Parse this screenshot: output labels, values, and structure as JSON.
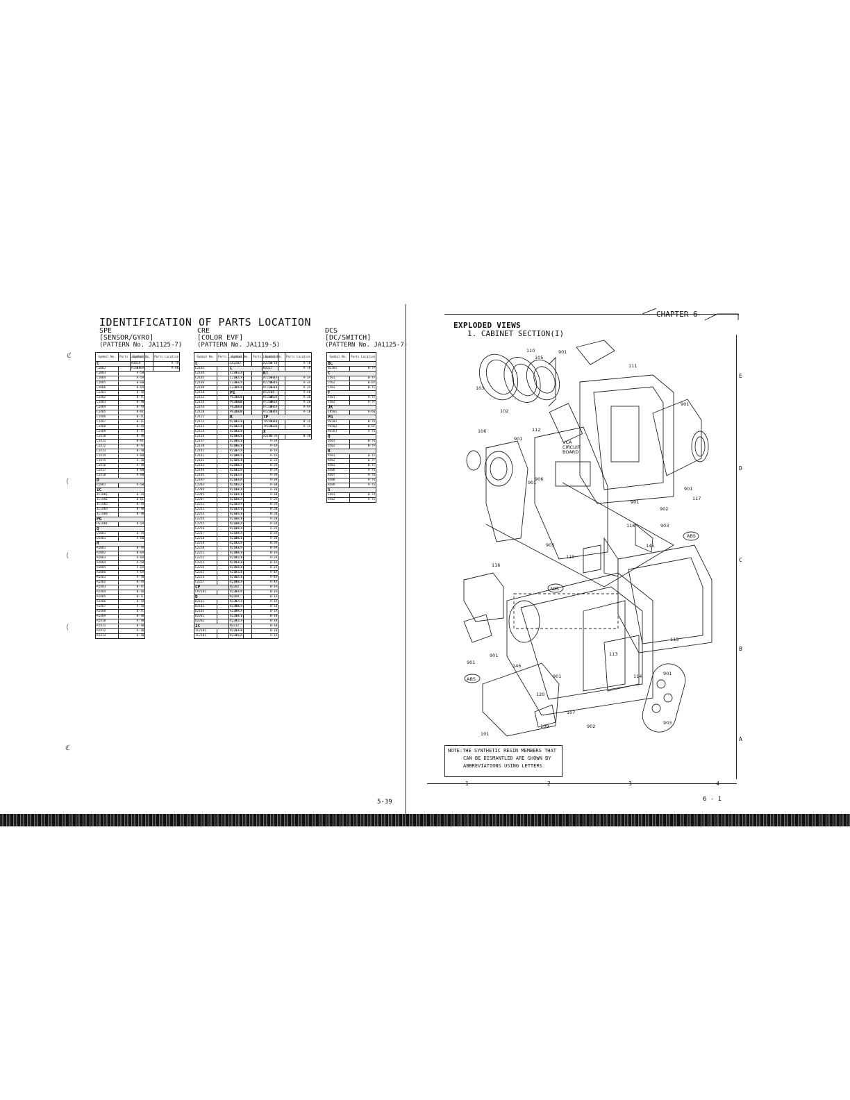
{
  "left_page": {
    "title": "IDENTIFICATION OF PARTS LOCATION",
    "page_number": "5-39",
    "sections": [
      {
        "code": "SPE",
        "name": "[SENSOR/GYRO]",
        "pattern": "(PATTERN No. JA1125-7)"
      },
      {
        "code": "CRE",
        "name": "[COLOR EVF]",
        "pattern": "(PATTERN No. JA1119-5)"
      },
      {
        "code": "DCS",
        "name": "[DC/SWITCH]",
        "pattern": "(PATTERN No. JA1125-7)"
      }
    ],
    "col_headers": {
      "symbol": "Symbol No.",
      "location": "Parts Location"
    },
    "tables": {
      "spe1": [
        {
          "g": "C"
        },
        [
          "C1002",
          "B-6A"
        ],
        [
          "C1003",
          "A-5B"
        ],
        [
          "C1004",
          "A-5A"
        ],
        [
          "C1005",
          "B-6B"
        ],
        [
          "C1006",
          "B-6A"
        ],
        [
          "C1401",
          "B-7B"
        ],
        [
          "C1402",
          "B-7C"
        ],
        [
          "C1403",
          "B-7B"
        ],
        [
          "C1404",
          "B-7D"
        ],
        [
          "C1405",
          "B-6C"
        ],
        [
          "C1406",
          "B-7C"
        ],
        [
          "C1407",
          "B-7C"
        ],
        [
          "C1408",
          "B-7D"
        ],
        [
          "C1409",
          "B-7C"
        ],
        [
          "C1410",
          "B-7B"
        ],
        [
          "C1411",
          "B-6C"
        ],
        [
          "C1412",
          "B-7E"
        ],
        [
          "C1413",
          "B-7B"
        ],
        [
          "C1414",
          "A-8B"
        ],
        [
          "C1415",
          "A-7B"
        ],
        [
          "C1416",
          "A-7B"
        ],
        [
          "C1417",
          "B-8B"
        ],
        [
          "C1418",
          "A-8B"
        ],
        {
          "g": "D"
        },
        [
          "D1001",
          "A-5B"
        ],
        {
          "g": "IC"
        },
        [
          "IC1001",
          "B-7A"
        ],
        [
          "IC1401",
          "B-6C"
        ],
        [
          "IC1402",
          "B-7D"
        ],
        [
          "IC1403",
          "B-7B"
        ],
        [
          "IC1404",
          "B-7B"
        ],
        {
          "g": "PG"
        },
        [
          "PG1001",
          "B-5A"
        ],
        {
          "g": "Q"
        },
        [
          "Q1001",
          "B-7A"
        ],
        [
          "Q1401",
          "A-6B"
        ],
        {
          "g": "R"
        },
        [
          "R1001",
          "B-7A"
        ],
        [
          "R1002",
          "B-6A"
        ],
        [
          "R1003",
          "A-6A"
        ],
        [
          "R1004",
          "A-5B"
        ],
        [
          "R1005",
          "A-6A"
        ],
        [
          "R1006",
          "A-6A"
        ],
        [
          "R1401",
          "A-7B"
        ],
        [
          "R1402",
          "B-7D"
        ],
        [
          "R1403",
          "B-7C"
        ],
        [
          "R1404",
          "B-7D"
        ],
        [
          "R1405",
          "B-7C"
        ],
        [
          "R1406",
          "B-7D"
        ],
        [
          "R1407",
          "A-7B"
        ],
        [
          "R1408",
          "B-7C"
        ],
        [
          "R1409",
          "B-7B"
        ],
        [
          "R1410",
          "A-7B"
        ],
        [
          "R1411",
          "B-7B"
        ],
        [
          "R1412",
          "A-7B"
        ],
        [
          "R1413",
          "B-7B"
        ]
      ],
      "spe2": [
        [
          "R1414",
          "A-7B"
        ],
        [
          "R1416",
          "A-8B"
        ]
      ],
      "cre1": [
        {
          "g": "C"
        },
        [
          "C2102",
          "B-3A"
        ],
        [
          "C2104",
          "A-3A"
        ],
        [
          "C2105",
          "A-2A"
        ],
        [
          "C2106",
          "A-2A"
        ],
        [
          "C2108",
          "B-3B"
        ],
        [
          "C2110",
          "A-3B"
        ],
        [
          "C2113",
          "A-3B"
        ],
        [
          "C2114",
          "A-3B"
        ],
        [
          "C2116",
          "A-3B"
        ],
        [
          "C2120",
          "A-3B"
        ],
        [
          "C2121",
          "A-3B"
        ],
        [
          "C2122",
          "A-3B"
        ],
        [
          "C2123",
          "A-3B"
        ],
        [
          "C2124",
          "A-3B"
        ],
        [
          "C2136",
          "A-2B"
        ],
        [
          "C2137",
          "A-2B"
        ],
        [
          "C2138",
          "A-2B"
        ],
        [
          "C2141",
          "A-2A"
        ],
        [
          "C2181",
          "A-2A"
        ],
        [
          "C2182",
          "B-2B"
        ],
        [
          "C2183",
          "B-2A"
        ],
        [
          "C2184",
          "B-3A"
        ],
        [
          "C2185",
          "A-3A"
        ],
        [
          "C2187",
          "B-3A"
        ],
        [
          "C2203",
          "B-1A"
        ],
        [
          "C2204",
          "B-1B"
        ],
        [
          "C2205",
          "A-1B"
        ],
        [
          "C2207",
          "A-1A"
        ],
        [
          "C2211",
          "B-4A"
        ],
        [
          "C2212",
          "B-1B"
        ],
        [
          "C2213",
          "B-1B"
        ],
        [
          "C2214",
          "B-1B"
        ],
        [
          "C2215",
          "B-1A"
        ],
        [
          "C2216",
          "B-1A"
        ],
        [
          "C2217",
          "A-1A"
        ],
        [
          "C2218",
          "B-2B"
        ],
        [
          "C2219",
          "A-2A"
        ],
        [
          "C2220",
          "A-2A"
        ],
        [
          "C2221",
          "B-1B"
        ],
        [
          "C2222",
          "B-1B"
        ],
        [
          "C2223",
          "B-1B"
        ],
        [
          "C2224",
          "B-1B"
        ],
        [
          "C2225",
          "B-2B"
        ],
        [
          "C2226",
          "B-1B"
        ],
        [
          "C2227",
          "A-1A"
        ],
        {
          "g": "CP"
        },
        [
          "CP2101",
          "B-3A"
        ],
        {
          "g": "D"
        },
        [
          "D2101",
          "A-1A"
        ],
        [
          "D2102",
          "A-2A"
        ],
        [
          "D2103",
          "A-1A"
        ],
        [
          "D2201",
          "B-1B"
        ],
        [
          "D2202",
          "B-1A"
        ],
        {
          "g": "IC"
        },
        [
          "IC2101",
          "A-3B"
        ],
        [
          "IC2181",
          "A-3A"
        ]
      ],
      "cre2": [
        [
          "IC2202",
          "A-1B"
        ],
        {
          "g": "L"
        },
        [
          "L2181",
          "A-3A"
        ],
        [
          "L2182",
          "A-4A"
        ],
        [
          "L2203",
          "B-4A"
        ],
        [
          "L2204",
          "A-1B"
        ],
        {
          "g": "PG"
        },
        [
          "PG2102",
          "B-2A"
        ],
        [
          "PG2104",
          "B-1A"
        ],
        [
          "PG2201",
          "B-2A"
        ],
        [
          "PG2203",
          "B-4B"
        ],
        {
          "g": "R"
        },
        [
          "R2101",
          "A-4B"
        ],
        [
          "R2102",
          "A-3B"
        ],
        [
          "R2103",
          "A-2A"
        ],
        [
          "R2104",
          "A-3A"
        ],
        [
          "R2105",
          "A-2A"
        ],
        [
          "R2106",
          "A-1A"
        ],
        [
          "R2107",
          "B-1A"
        ],
        [
          "R2108",
          "A-1A"
        ],
        [
          "R2109",
          "B-2A"
        ],
        [
          "R2110",
          "B-2A"
        ],
        [
          "R2111",
          "B-2A"
        ],
        [
          "R2112",
          "A-3A"
        ],
        [
          "R2113",
          "A-3A"
        ],
        [
          "R2115",
          "A-3B"
        ],
        [
          "R2118",
          "A-3B"
        ],
        [
          "R2119",
          "A-3B"
        ],
        [
          "R2120",
          "A-2A"
        ],
        [
          "R2121",
          "B-2A"
        ],
        [
          "R2122",
          "B-2B"
        ],
        [
          "R2125",
          "B-2B"
        ],
        [
          "R2126",
          "A-2B"
        ],
        [
          "R2128",
          "A-2A"
        ],
        [
          "R2129",
          "A-2A"
        ],
        [
          "R2139",
          "B-2A"
        ],
        [
          "R2140",
          "A-3B"
        ],
        [
          "R2142",
          "B-3A"
        ],
        [
          "R2143",
          "B-3A"
        ],
        [
          "R2148",
          "B-1A"
        ],
        [
          "R2151",
          "A-2A"
        ],
        [
          "R2153",
          "B-1A"
        ],
        [
          "R2154",
          "B-2A"
        ],
        [
          "R2181",
          "A-4A"
        ],
        [
          "R2182",
          "A-4A"
        ],
        [
          "R2184",
          "A-4A"
        ],
        [
          "R2202",
          "B-1A"
        ],
        [
          "R2203",
          "B-1A"
        ],
        [
          "R2204",
          "B-1A"
        ],
        [
          "R2207",
          "A-1A"
        ],
        [
          "R2208",
          "B-1B"
        ],
        [
          "R2209",
          "B-1A"
        ],
        [
          "R2210",
          "B-1B"
        ],
        [
          "R2211",
          "B-1B"
        ],
        [
          "R2212",
          "B-1B"
        ],
        [
          "R2213",
          "B-1B"
        ],
        [
          "R2215",
          "A-1A"
        ]
      ],
      "cre3": [
        [
          "R2216",
          "A-1B"
        ],
        [
          "R2217",
          "A-1B"
        ],
        {
          "g": "RT"
        },
        [
          "RT2101",
          "A-2A"
        ],
        [
          "RT2102",
          "A-2A"
        ],
        [
          "RT2103",
          "A-2A"
        ],
        [
          "RT2104",
          "A-4B"
        ],
        [
          "RT2105",
          "A-2B"
        ],
        [
          "RT2106",
          "A-2B"
        ],
        [
          "RT2181",
          "A-4A"
        ],
        [
          "RT2201",
          "A-1B"
        ],
        {
          "g": "TP"
        },
        [
          "TP2201",
          "B-1A"
        ],
        [
          "TP2202",
          "A-1A"
        ],
        {
          "g": "X"
        },
        [
          "X2101",
          "B-3B"
        ]
      ],
      "dcs1": [
        {
          "g": "BL"
        },
        [
          "BL501",
          "B-7F"
        ],
        {
          "g": "C"
        },
        [
          "C501",
          "B-7F"
        ],
        [
          "C502",
          "B-6F"
        ],
        [
          "C503",
          "B-7F"
        ],
        {
          "g": "F"
        },
        [
          "F501",
          "A-7F"
        ],
        [
          "F502",
          "A-7F"
        ],
        {
          "g": "JK"
        },
        [
          "JK501",
          "A-6G"
        ],
        {
          "g": "PG"
        },
        [
          "PG501",
          "B-7G"
        ],
        [
          "PG502",
          "B-6F"
        ],
        [
          "PG503",
          "A-7G"
        ],
        {
          "g": "Q"
        },
        [
          "Q501",
          "B-7G"
        ],
        [
          "Q502",
          "B-7F"
        ],
        {
          "g": "R"
        },
        [
          "R501",
          "B-7F"
        ],
        [
          "R502",
          "B-7F"
        ],
        [
          "R503",
          "B-7F"
        ],
        [
          "R506",
          "A-7G"
        ],
        [
          "R507",
          "A-7G"
        ],
        [
          "R508",
          "A-7G"
        ],
        [
          "R509",
          "A-7G"
        ],
        {
          "g": "S"
        },
        [
          "S501",
          "B-7A"
        ],
        [
          "S502",
          "A-7E"
        ]
      ]
    }
  },
  "right_page": {
    "chapter": "CHAPTER 6",
    "heading": "EXPLODED VIEWS",
    "subheading": "1. CABINET SECTION(I)",
    "note_lines": [
      "NOTE:THE SYNTHETIC RESIN MEMBERS THAT",
      "CAN BE DISMANTLED ARE SHOWN BY",
      "ABBREVIATIONS USING LETTERS."
    ],
    "page_number": "6 - 1",
    "zone_letters": [
      "E",
      "D",
      "C",
      "B",
      "A"
    ],
    "column_numbers": [
      "1",
      "2",
      "3",
      "4"
    ],
    "vca_label": [
      "VCA",
      "CIRCUIT",
      "BOARD"
    ],
    "abs_tag": "ABS",
    "callouts": [
      {
        "t": "110"
      },
      {
        "t": "105"
      },
      {
        "t": "901"
      },
      {
        "t": "111"
      },
      {
        "t": "103"
      },
      {
        "t": "102"
      },
      {
        "t": "112"
      },
      {
        "t": "106"
      },
      {
        "t": "901"
      },
      {
        "t": "901"
      },
      {
        "t": "906"
      },
      {
        "t": "901"
      },
      {
        "t": "902"
      },
      {
        "t": "901"
      },
      {
        "t": "901"
      },
      {
        "t": "117"
      },
      {
        "t": "118"
      },
      {
        "t": "903"
      },
      {
        "t": "905"
      },
      {
        "t": "145"
      },
      {
        "t": "119"
      },
      {
        "t": "116"
      },
      {
        "t": "115"
      },
      {
        "t": "901"
      },
      {
        "t": "901"
      },
      {
        "t": "146"
      },
      {
        "t": "901"
      },
      {
        "t": "120"
      },
      {
        "t": "113"
      },
      {
        "t": "114"
      },
      {
        "t": "901"
      },
      {
        "t": "107"
      },
      {
        "t": "109"
      },
      {
        "t": "902"
      },
      {
        "t": "101"
      },
      {
        "t": "903"
      }
    ]
  }
}
